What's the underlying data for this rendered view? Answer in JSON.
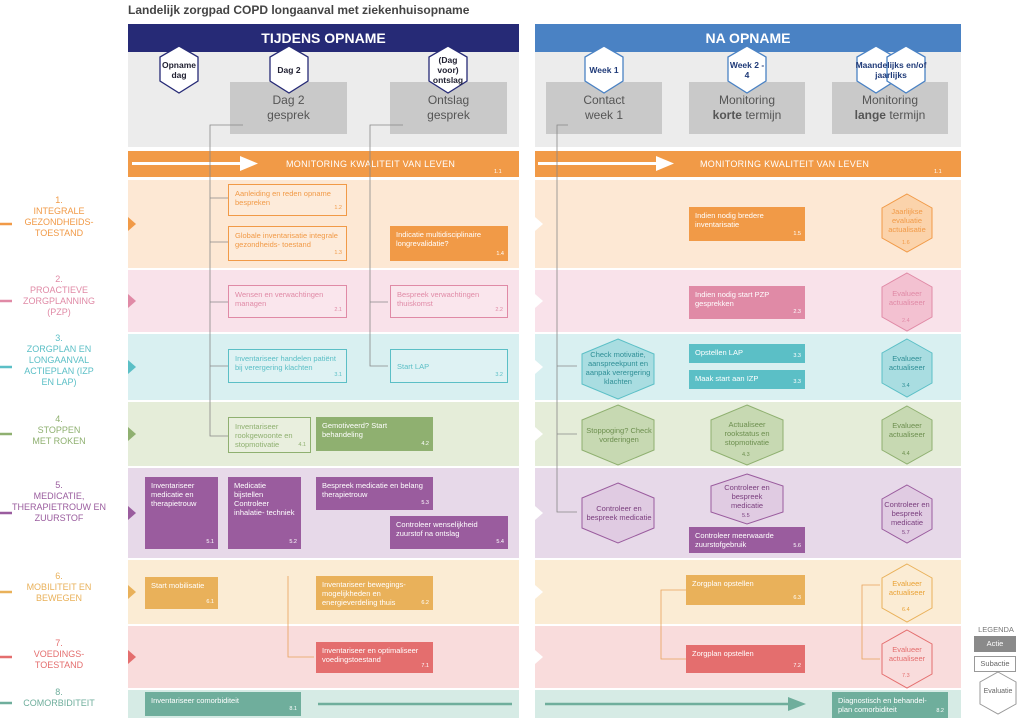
{
  "title": "Landelijk zorgpad COPD longaanval met ziekenhuisopname",
  "phases": {
    "left": "TIJDENS OPNAME",
    "right": "NA OPNAME"
  },
  "colors": {
    "dark_blue": "#262a76",
    "light_blue": "#4a82c4",
    "orange": "#f19a47"
  },
  "moments": {
    "opname": "Opname dag",
    "dag2": "Dag 2",
    "ontslag": "(Dag voor) ontslag",
    "week1": "Week 1",
    "week24": "Week 2 - 4",
    "maand": "Maandelijks en/of jaarlijks"
  },
  "gray_boxes": {
    "dag2_line1": "Dag 2",
    "dag2_line2": "gesprek",
    "ontslag_line1": "Ontslag",
    "ontslag_line2": "gesprek",
    "contact_line1": "Contact",
    "contact_line2": "week 1",
    "mon_kort_pre": "Monitoring",
    "mon_kort_bold": "korte",
    "mon_kort_post": "termijn",
    "mon_lang_pre": "Monitoring",
    "mon_lang_bold": "lange",
    "mon_lang_post": "termijn"
  },
  "monitoring": {
    "label": "MONITORING KWALITEIT VAN LEVEN",
    "num": "1.1"
  },
  "categories": [
    {
      "nr": "1.",
      "label": "INTEGRALE GEZONDHEIDS- TOESTAND",
      "color": "#f19a47"
    },
    {
      "nr": "2.",
      "label": "PROACTIEVE ZORGPLANNING (PZP)",
      "color": "#e08aa6"
    },
    {
      "nr": "3.",
      "label": "ZORGPLAN EN LONGAANVAL ACTIEPLAN (IZP EN LAP)",
      "color": "#5bbfc6"
    },
    {
      "nr": "4.",
      "label": "STOPPEN MET ROKEN",
      "color": "#8fb070"
    },
    {
      "nr": "5.",
      "label": "MEDICATIE, THERAPIETROUW EN ZUURSTOF",
      "color": "#9a5c9e"
    },
    {
      "nr": "6.",
      "label": "MOBILITEIT EN BEWEGEN",
      "color": "#e9b15a"
    },
    {
      "nr": "7.",
      "label": "VOEDINGS- TOESTAND",
      "color": "#e46e6e"
    },
    {
      "nr": "8.",
      "label": "COMORBIDITEIT",
      "color": "#6fae9c"
    }
  ],
  "boxes": {
    "b12": {
      "text": "Aanleiding en reden opname bespreken",
      "num": "1.2"
    },
    "b13": {
      "text": "Globale inventarisatie integrale gezondheids- toestand",
      "num": "1.3"
    },
    "b14": {
      "text": "Indicatie multidisciplinaire longrevalidatie?",
      "num": "1.4"
    },
    "b15": {
      "text": "Indien nodig bredere inventarisatie",
      "num": "1.5"
    },
    "b16": {
      "text": "Jaarlijkse evaluatie actualisatie",
      "num": "1.6"
    },
    "b21": {
      "text": "Wensen en verwachtingen managen",
      "num": "2.1"
    },
    "b22": {
      "text": "Bespreek verwachtingen thuiskomst",
      "num": "2.2"
    },
    "b23": {
      "text": "Indien nodig start PZP gesprekken",
      "num": "2.3"
    },
    "b24": {
      "text": "Evalueer actualiseer",
      "num": "2.4"
    },
    "b31": {
      "text": "Inventariseer handelen patiënt bij verergering klachten",
      "num": "3.1"
    },
    "b32": {
      "text": "Start LAP",
      "num": "3.2"
    },
    "b3h": {
      "text": "Check motivatie, aanspreekpunt en aanpak verergering klachten"
    },
    "b33a": {
      "text": "Opstellen LAP",
      "num": "3.3"
    },
    "b33b": {
      "text": "Maak start aan IZP",
      "num": "3.3"
    },
    "b34": {
      "text": "Evalueer actualiseer",
      "num": "3.4"
    },
    "b41": {
      "text": "Inventariseer rookgewoonte en stopmotivatie",
      "num": "4.1"
    },
    "b42": {
      "text": "Gemotiveerd? Start behandeling",
      "num": "4.2"
    },
    "b4h": {
      "text": "Stoppoging? Check vorderingen"
    },
    "b43": {
      "text": "Actualiseer rookstatus en stopmotivatie",
      "num": "4.3"
    },
    "b44": {
      "text": "Evalueer actualiseer",
      "num": "4.4"
    },
    "b51": {
      "text": "Inventariseer medicatie en therapietrouw",
      "num": "5.1"
    },
    "b52": {
      "text": "Medicatie bijstellen Controleer inhalatie- techniek",
      "num": "5.2"
    },
    "b53": {
      "text": "Bespreek medicatie en belang therapietrouw",
      "num": "5.3"
    },
    "b54": {
      "text": "Controleer wenselijkheid zuurstof na ontslag",
      "num": "5.4"
    },
    "b5h": {
      "text": "Controleer en bespreek medicatie"
    },
    "b55": {
      "text": "Controleer en bespreek medicatie",
      "num": "5.5"
    },
    "b56": {
      "text": "Controleer meerwaarde zuurstofgebruik",
      "num": "5.6"
    },
    "b57": {
      "text": "Controleer en bespreek medicatie",
      "num": "5.7"
    },
    "b61": {
      "text": "Start mobilisatie",
      "num": "6.1"
    },
    "b62": {
      "text": "Inventariseer bewegings- mogelijkheden en energieverdeling thuis",
      "num": "6.2"
    },
    "b63": {
      "text": "Zorgplan opstellen",
      "num": "6.3"
    },
    "b64": {
      "text": "Evalueer actualiseer",
      "num": "6.4"
    },
    "b71": {
      "text": "Inventariseer en optimaliseer voedingstoestand",
      "num": "7.1"
    },
    "b72": {
      "text": "Zorgplan opstellen",
      "num": "7.2"
    },
    "b73": {
      "text": "Evalueer actualiseer",
      "num": "7.3"
    },
    "b81": {
      "text": "Inventariseer comorbiditeit",
      "num": "8.1"
    },
    "b82": {
      "text": "Diagnostisch en behandel- plan comorbiditeit",
      "num": "8.2"
    }
  },
  "legend": {
    "title": "LEGENDA",
    "actie": "Actie",
    "subactie": "Subactie",
    "evaluatie": "Evaluatie"
  }
}
